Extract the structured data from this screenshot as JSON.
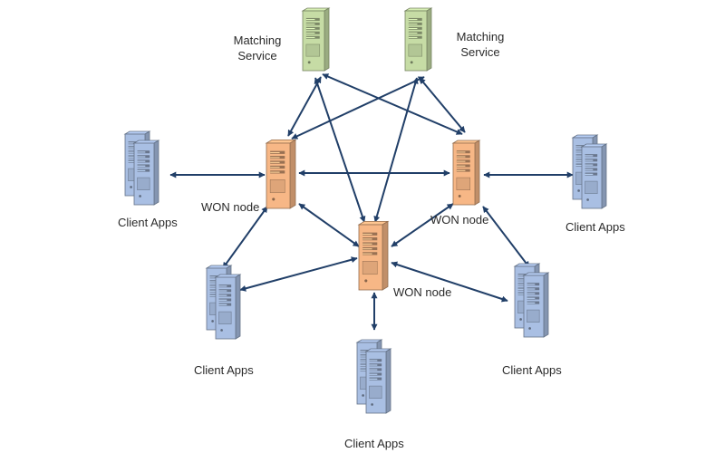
{
  "diagram": {
    "labels": {
      "matching_service_left": [
        "Matching",
        "Service"
      ],
      "matching_service_right": [
        "Matching",
        "Service"
      ],
      "won_node_left": "WON node",
      "won_node_right": "WON node",
      "won_node_center": "WON node",
      "client_apps_left": "Client Apps",
      "client_apps_right": "Client Apps",
      "client_apps_bottom_left": "Client Apps",
      "client_apps_bottom_right": "Client Apps",
      "client_apps_bottom": "Client Apps"
    },
    "colors": {
      "matching_service": "#c6dca5",
      "won_node": "#f7b786",
      "client_app": "#a9bfe3",
      "connector": "#213f68"
    }
  }
}
